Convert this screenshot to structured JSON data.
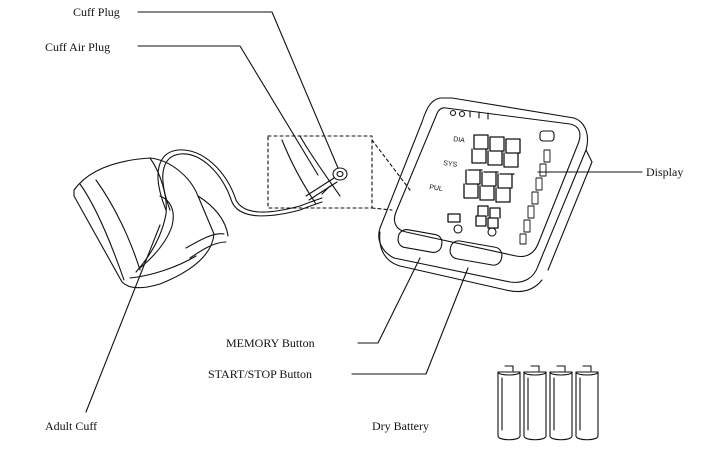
{
  "labels": {
    "cuff_plug": "Cuff  Plug",
    "cuff_air_plug": "Cuff Air Plug",
    "display": "Display",
    "memory_button": "MEMORY Button",
    "start_stop_button": "START/STOP Button",
    "adult_cuff": "Adult Cuff",
    "dry_battery": "Dry Battery"
  },
  "device_display": {
    "dia": "DIA",
    "sys": "SYS",
    "pul": "PUL"
  },
  "battery_count": 4,
  "colors": {
    "line": "#111111",
    "background": "#ffffff"
  }
}
